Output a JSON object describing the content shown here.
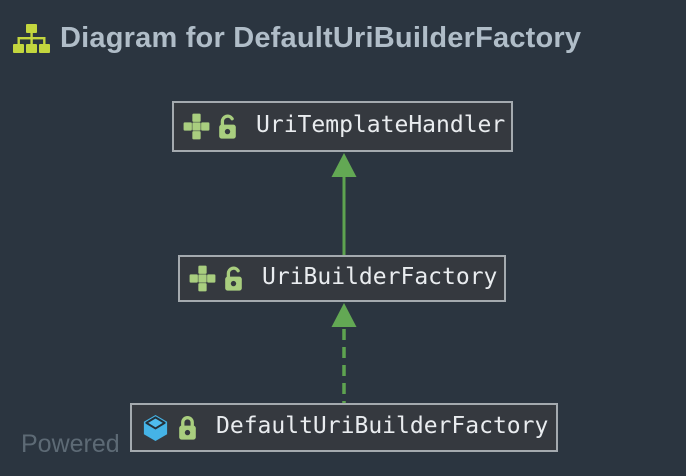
{
  "header": {
    "title": "Diagram for DefaultUriBuilderFactory",
    "icon": "hierarchy-icon"
  },
  "diagram": {
    "nodes": [
      {
        "id": "UriTemplateHandler",
        "label": "UriTemplateHandler",
        "kind": "interface",
        "icon": "interface-icon",
        "lock": "unlocked"
      },
      {
        "id": "UriBuilderFactory",
        "label": "UriBuilderFactory",
        "kind": "interface",
        "icon": "interface-icon",
        "lock": "unlocked"
      },
      {
        "id": "DefaultUriBuilderFactory",
        "label": "DefaultUriBuilderFactory",
        "kind": "class",
        "icon": "class-icon",
        "lock": "locked"
      }
    ],
    "edges": [
      {
        "from": "UriBuilderFactory",
        "to": "UriTemplateHandler",
        "style": "solid"
      },
      {
        "from": "DefaultUriBuilderFactory",
        "to": "UriBuilderFactory",
        "style": "dashed"
      }
    ]
  },
  "watermark": {
    "text": "Powered"
  },
  "colors": {
    "canvas_bg": "#2b3540",
    "node_bg": "#35393f",
    "node_border": "#a4aaaf",
    "node_text": "#e9ecef",
    "edge_green": "#5ea350",
    "icon_green": "#a9ce7f",
    "class_blue": "#45b3e6",
    "title_icon_green": "#c3d63e",
    "title_text": "#b0bdc8",
    "watermark_text": "#5d6a75"
  }
}
